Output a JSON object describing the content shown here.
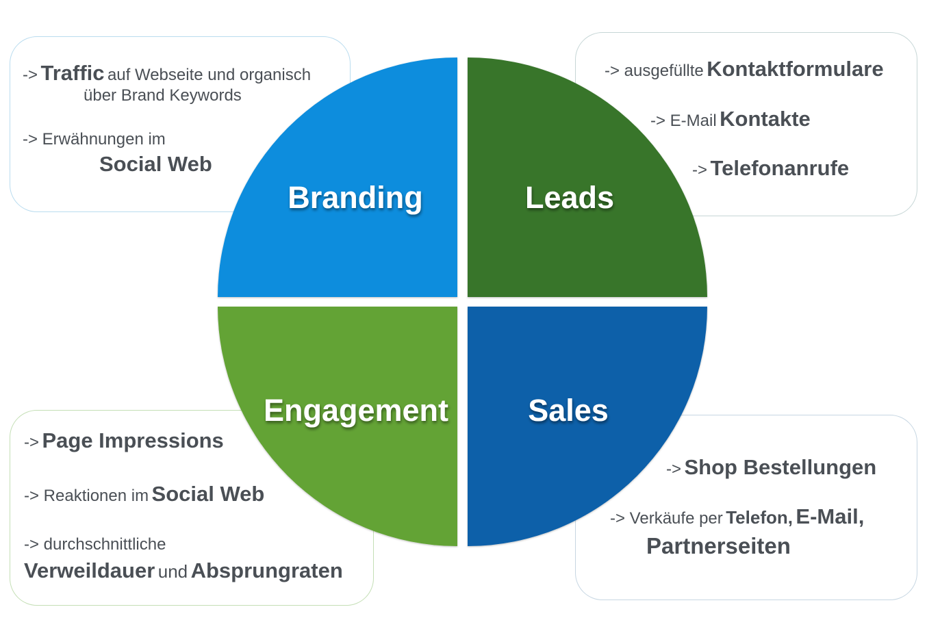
{
  "quadrants": {
    "branding": {
      "label": "Branding",
      "color": "#118ddd"
    },
    "leads": {
      "label": "Leads",
      "color": "#37752a"
    },
    "engagement": {
      "label": "Engagement",
      "color": "#64a334"
    },
    "sales": {
      "label": "Sales",
      "color": "#0f61a9"
    }
  },
  "boxes": {
    "branding": {
      "line1_arrow": "->",
      "line1_strong": "Traffic",
      "line1_rest": "auf Webseite und organisch",
      "line2": "über Brand Keywords",
      "line3": "-> Erwähnungen im",
      "line4_strong": "Social Web"
    },
    "leads": {
      "line1_prefix": "-> ausgefüllte",
      "line1_strong": "Kontaktformulare",
      "line2_prefix": "-> E-Mail",
      "line2_strong": "Kontakte",
      "line3_prefix": "->",
      "line3_strong": "Telefonanrufe"
    },
    "engagement": {
      "line1_prefix": "->",
      "line1_strong": "Page Impressions",
      "line2_prefix": "-> Reaktionen im",
      "line2_strong": "Social Web",
      "line3": "->  durchschnittliche",
      "line4_strong1": "Verweildauer",
      "line4_mid": "und",
      "line4_strong2": "Absprungraten"
    },
    "sales": {
      "line1_prefix": "->",
      "line1_strong": "Shop Bestellungen",
      "line2_prefix": "-> Verkäufe per",
      "line2_medium": "Telefon,",
      "line2_strong": "E-Mail,",
      "line3_strong": "Partnerseiten"
    }
  }
}
